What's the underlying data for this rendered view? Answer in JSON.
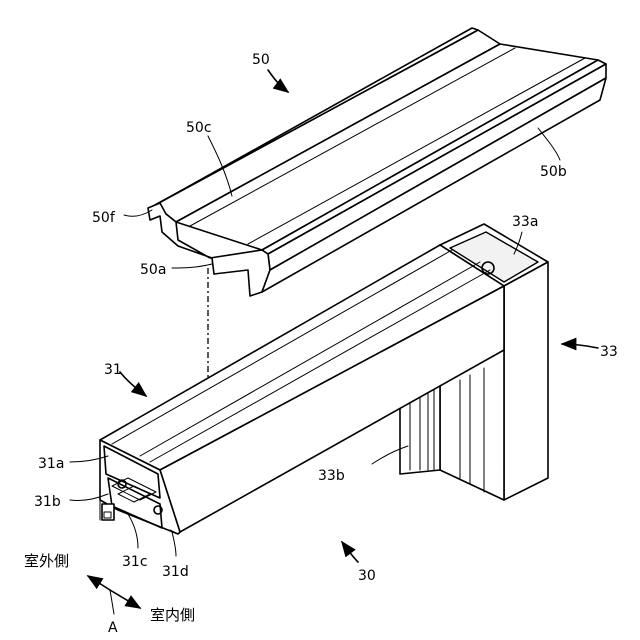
{
  "labels": {
    "cover": "50",
    "cover_face": "50c",
    "cover_side": "50b",
    "cover_flange": "50f",
    "cover_bottom": "50a",
    "frame_horizontal": "31",
    "frame_a": "31a",
    "frame_b": "31b",
    "frame_c": "31c",
    "frame_d": "31d",
    "frame_vertical": "33",
    "vertical_top": "33a",
    "vertical_side": "33b",
    "assembly": "30",
    "outdoor_side": "室外側",
    "indoor_side": "室内側",
    "direction": "A"
  }
}
